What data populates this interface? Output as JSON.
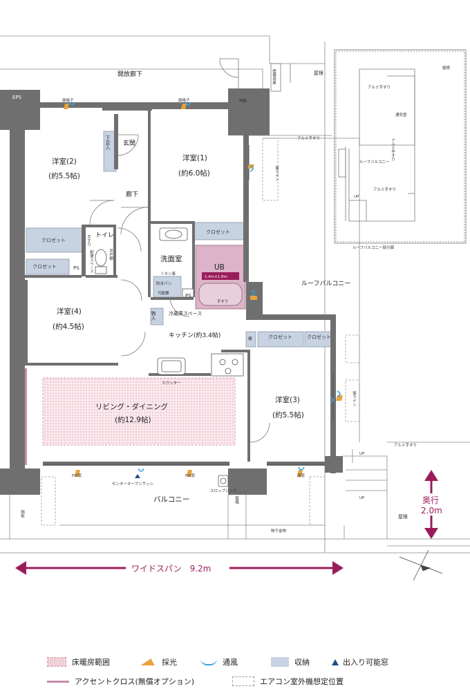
{
  "rooms": {
    "corridor_open": "開放廊下",
    "yane_top": "屋根",
    "eps": "EPS",
    "mb": "MB",
    "kanri": "管理用扉",
    "menkoushi_1": "面格子",
    "menkoushi_2": "面格子",
    "geta": "下足入",
    "genkan": "玄関",
    "yoshitsu2": "洋室(2)",
    "yoshitsu2_size": "(約5.5帖)",
    "yoshitsu1": "洋室(1)",
    "yoshitsu1_size": "(約6.0帖)",
    "rouka": "廊下",
    "closet_1": "クロゼット",
    "closet_2": "クロゼット",
    "closet_3": "クロゼット",
    "closet_4": "クロゼット",
    "closet_5": "クロゼット",
    "toilet": "トイレ",
    "tesuri_toilet": "手すり",
    "haisui": "配管スペース",
    "turido": "吊戸棚",
    "ps1": "PS",
    "ps2": "PS",
    "senmen": "洗面室",
    "linen": "リネン庫",
    "bousui": "防水パン",
    "kadou": "可動棚",
    "ub": "UB",
    "ub_size": "1.4m×1.8m",
    "tesuri_ub": "手すり",
    "yoshitsu4": "洋室(4)",
    "yoshitsu4_size": "(約4.5帖)",
    "monoire": "物入",
    "reizouko": "冷蔵庫スペース",
    "kitchen": "キッチン(約3.4帖)",
    "tana": "棚",
    "counter": "カウンター",
    "living": "リビング・ダイニング",
    "living_size": "(約12.9帖)",
    "yoshitsu3": "洋室(3)",
    "yoshitsu3_size": "(約5.5帖)",
    "roof_balcony": "ルーフバルコニー",
    "alumi_1": "アルミ手すり",
    "alumi_2": "アルミ手すり",
    "denrain_1": "面ライン",
    "denrain_2": "面ライン",
    "fix1": "FIX窓",
    "fix2": "FIX窓",
    "center_sash": "センターオープンサッシ",
    "slop_sink": "スロップシンク",
    "kangai": "雨窓",
    "balcony": "バルコニー",
    "hedai": "隔板",
    "kenji": "緊幅",
    "monohoshi": "物干金物",
    "up1": "UP",
    "up2": "UP",
    "yane_right": "屋根"
  },
  "inset": {
    "yane": "屋根",
    "alumi_a": "アルミ手すり",
    "alumi_b": "アルミ手すり",
    "alumi_c": "アルミ手すり",
    "tsuuki": "通気管",
    "roof_balcony": "ルーフバルコニー",
    "up": "UP",
    "caption": "ルーフバルコニー部分図"
  },
  "dimensions": {
    "wide_span": "ワイドスパン　9.2m",
    "depth_label": "奥行",
    "depth_value": "2.0m"
  },
  "legend": {
    "floor_heating": "床暖房範囲",
    "daylight": "採光",
    "ventilation": "通風",
    "storage": "収納",
    "entry_window": "出入り可能窓",
    "accent_cloth": "アクセントクロス(無償オプション)",
    "ac_outdoor": "エアコン室外機想定位置"
  },
  "colors": {
    "wall": "#6f6f6f",
    "storage": "#c7d3e2",
    "ub": "#dcb3c8",
    "floor_heat": "#fbe9ee",
    "accent": "#9a1d5a",
    "light": "#e9a23b",
    "wind": "#37a6d9"
  }
}
